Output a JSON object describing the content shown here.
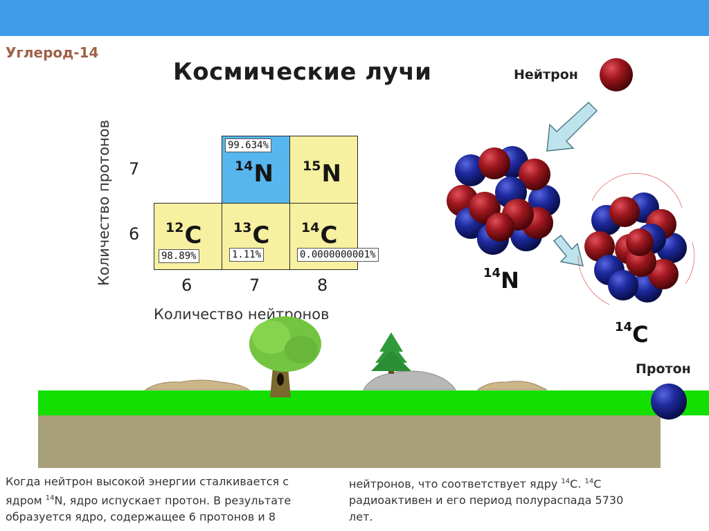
{
  "header": {
    "bar_color": "#3d9be9"
  },
  "slide_title": "Углерод-14",
  "heading": "Космические лучи",
  "table": {
    "y_axis_label": "Количество протонов",
    "x_axis_label": "Количество нейтронов",
    "proton_ticks": [
      "7",
      "6"
    ],
    "neutron_ticks": [
      "6",
      "7",
      "8"
    ],
    "cells": {
      "n14": {
        "mass": "14",
        "symbol": "N",
        "abundance": "99.634%"
      },
      "n15": {
        "mass": "15",
        "symbol": "N"
      },
      "c12": {
        "mass": "12",
        "symbol": "C",
        "abundance": "98.89%"
      },
      "c13": {
        "mass": "13",
        "symbol": "C",
        "abundance": "1.11%"
      },
      "c14": {
        "mass": "14",
        "symbol": "C",
        "abundance": "0.0000000001%"
      }
    },
    "colors": {
      "stable": "#f7f0a0",
      "highlight": "#57b6ee"
    }
  },
  "reaction": {
    "neutron_label": "Нейтрон",
    "proton_label": "Протон",
    "nucleus_before": {
      "mass": "14",
      "symbol": "N"
    },
    "nucleus_after": {
      "mass": "14",
      "symbol": "C"
    },
    "colors": {
      "neutron": "#a01820",
      "proton": "#1e2a9e",
      "arrow": "#bfe3ec"
    }
  },
  "scene": {
    "ground_color": "#13e000",
    "soil_color": "#a8a07a"
  },
  "caption": {
    "left_l1": "Когда нейтрон высокой энергии сталкивается с",
    "left_l2_a": "ядром ",
    "left_l2_sup": "14",
    "left_l2_b": "N, ядро испускает протон. В результате",
    "left_l3": "образуется ядро, содержащее 6 протонов и 8",
    "right_l1_a": "нейтронов, что соответствует ядру ",
    "right_l1_sup1": "14",
    "right_l1_b": "C. ",
    "right_l1_sup2": "14",
    "right_l1_c": "C",
    "right_l2": "радиоактивен и его период полураспада 5730",
    "right_l3": "лет."
  }
}
